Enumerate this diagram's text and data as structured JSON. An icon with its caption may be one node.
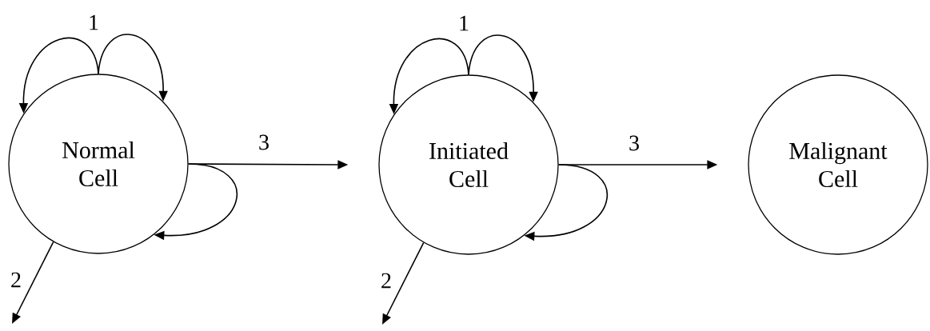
{
  "diagram": {
    "nodes": [
      {
        "text": [
          "Normal Cell"
        ]
      },
      {
        "text": [
          "Initiated Cell"
        ]
      },
      {
        "text": [
          "Malignant Cell"
        ]
      }
    ],
    "edges": [
      {
        "from": 0,
        "to": 0,
        "arrow": "to",
        "label": "1"
      },
      {
        "from": 0,
        "to": 0,
        "arrow": "to"
      },
      {
        "from": 0,
        "to": 0,
        "arrow": "to"
      },
      {
        "from": 0,
        "to": null,
        "arrow": "to",
        "label": "2"
      },
      {
        "from": 0,
        "to": 1,
        "arrow": "to",
        "label": "3"
      },
      {
        "from": 1,
        "to": 1,
        "arrow": "to",
        "label": "1"
      },
      {
        "from": 1,
        "to": 1,
        "arrow": "to"
      },
      {
        "from": 1,
        "to": 1,
        "arrow": "to"
      },
      {
        "from": 1,
        "to": null,
        "arrow": "to",
        "label": "2"
      },
      {
        "from": 1,
        "to": 2,
        "arrow": "to",
        "label": "3"
      }
    ]
  }
}
